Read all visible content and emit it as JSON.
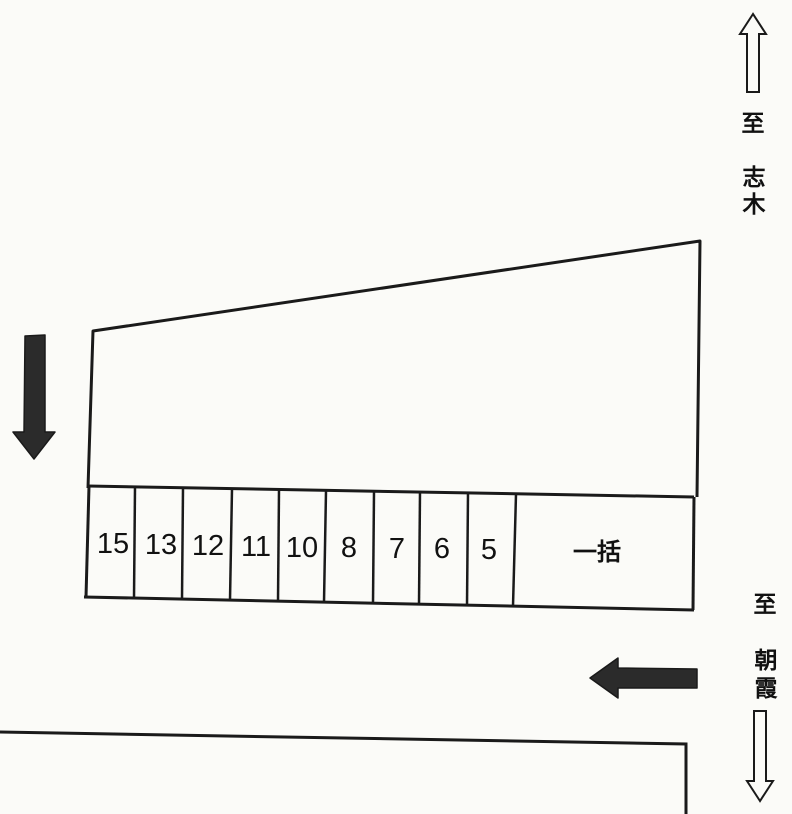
{
  "slots": [
    "15",
    "13",
    "12",
    "11",
    "10",
    "8",
    "7",
    "6",
    "5",
    "一括"
  ],
  "directions": {
    "north": {
      "to": "至",
      "place": [
        "志",
        "木"
      ]
    },
    "south": {
      "to": "至",
      "place": [
        "朝",
        "霞"
      ]
    }
  },
  "colors": {
    "ink": "#1a1a1a",
    "arrow": "#2b2b2b",
    "paper": "#fbfbf8"
  }
}
